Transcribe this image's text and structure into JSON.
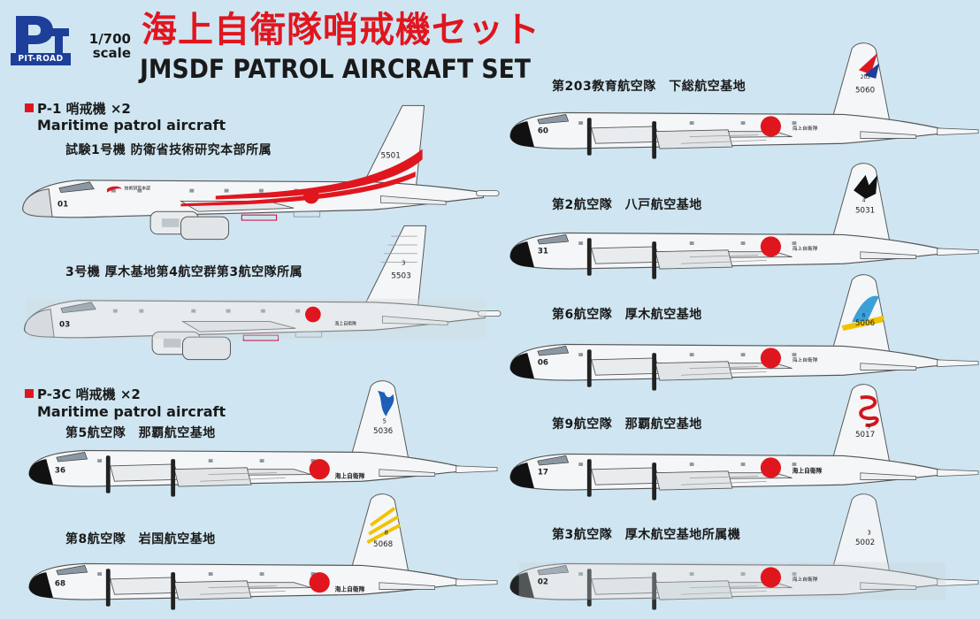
{
  "header": {
    "logo_text": "PIT-ROAD",
    "scale_line1": "1/700",
    "scale_line2": "scale",
    "title_jp": "海上自衛隊哨戒機セット",
    "title_en": "JMSDF PATROL AIRCRAFT SET"
  },
  "colors": {
    "background": "#cfe6f2",
    "title_red": "#e0161f",
    "hinomaru": "#e0161f",
    "p1_stripe": "#e0161f",
    "aircraft_white": "#f4f6f7",
    "aircraft_grey": "#dfe3e6"
  },
  "sections": {
    "p1": {
      "title_jp": "P-1 哨戒機 ×2",
      "title_en": "Maritime patrol aircraft"
    },
    "p3c": {
      "title_jp": "P-3C 哨戒機 ×2",
      "title_en": "Maritime patrol aircraft"
    }
  },
  "aircraft": [
    {
      "caption": "試験1号機 防衛省技術研究本部所属",
      "tail_number": "5501",
      "nose_number": "01",
      "body_text": "技術研究本部"
    },
    {
      "caption": "3号機 厚木基地第4航空群第3航空隊所属",
      "tail_number": "5503",
      "tail_small": "3",
      "nose_number": "03",
      "body_text": "海上自衛隊"
    },
    {
      "caption": "第5航空隊　那覇航空基地",
      "tail_number": "5036",
      "tail_small": "5",
      "nose_number": "36",
      "body_text": "海上自衛隊",
      "tail_art": "blue-pegasus-icon"
    },
    {
      "caption": "第8航空隊　岩国航空基地",
      "tail_number": "5068",
      "tail_small": "8",
      "nose_number": "68",
      "body_text": "海上自衛隊",
      "tail_art": "yellow-stripes-icon"
    },
    {
      "caption": "第203教育航空隊　下総航空基地",
      "tail_number": "5060",
      "tail_small": "203",
      "nose_number": "60",
      "body_text": "海上自衛隊",
      "tail_art": "red-blue-arrow-icon"
    },
    {
      "caption": "第2航空隊　八戸航空基地",
      "tail_number": "5031",
      "tail_small": "4",
      "nose_number": "31",
      "body_text": "海上自衛隊",
      "tail_art": "black-eagle-icon"
    },
    {
      "caption": "第6航空隊　厚木航空基地",
      "tail_number": "5006",
      "tail_small": "6",
      "nose_number": "06",
      "body_text": "海上自衛隊",
      "tail_art": "blue-yellow-crest-icon"
    },
    {
      "caption": "第9航空隊　那覇航空基地",
      "tail_number": "5017",
      "tail_small": "9",
      "nose_number": "17",
      "body_text": "海上自衛隊",
      "tail_art": "red-dragon-icon"
    },
    {
      "caption": "第3航空隊　厚木航空基地所属機",
      "tail_number": "5002",
      "tail_small": "3",
      "nose_number": "02",
      "body_text": "海上自衛隊"
    }
  ]
}
